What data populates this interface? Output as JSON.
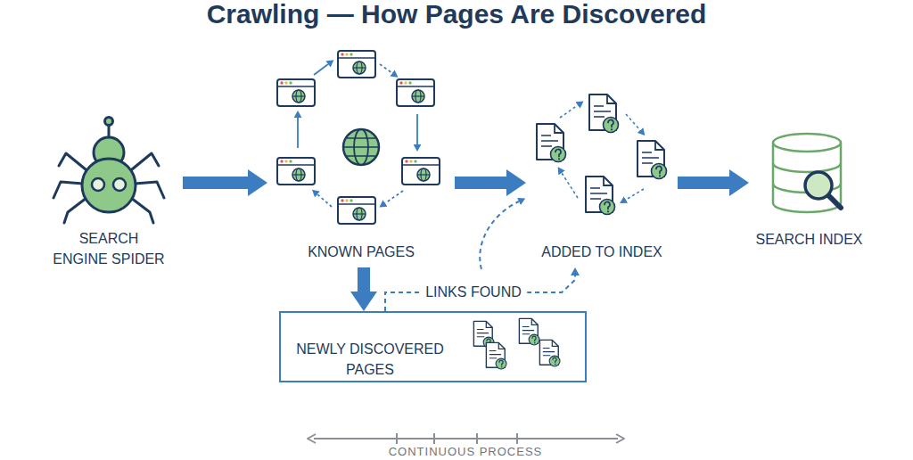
{
  "diagram": {
    "title": "Crawling — How Pages Are Discovered",
    "caption": "CONTINUOUS PROCESS",
    "nodes": [
      {
        "text": [
          "SEARCH ENGINE SPIDER"
        ]
      },
      {
        "text": [
          "KNOWN PAGES"
        ]
      },
      {
        "text": [
          "ADDED TO INDEX"
        ]
      },
      {
        "text": [
          "SEARCH INDEX"
        ]
      },
      {
        "text": [
          "NEWLY DISCOVERED PAGES"
        ]
      }
    ],
    "edges": [
      {
        "from": 0,
        "to": 1,
        "arrow": "to"
      },
      {
        "from": 1,
        "to": 2,
        "arrow": "to"
      },
      {
        "from": 2,
        "to": 3,
        "arrow": "to"
      },
      {
        "from": 1,
        "to": 4,
        "arrow": "to"
      },
      {
        "from": 4,
        "to": 2,
        "arrow": "to",
        "label": "LINKS FOUND"
      }
    ]
  }
}
